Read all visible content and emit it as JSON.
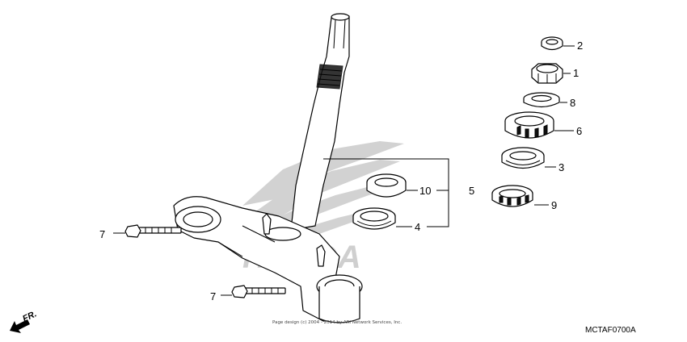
{
  "callouts": [
    {
      "id": "c2",
      "label": "2"
    },
    {
      "id": "c1",
      "label": "1"
    },
    {
      "id": "c8",
      "label": "8"
    },
    {
      "id": "c6",
      "label": "6"
    },
    {
      "id": "c3",
      "label": "3"
    },
    {
      "id": "c10",
      "label": "10"
    },
    {
      "id": "c5",
      "label": "5"
    },
    {
      "id": "c9",
      "label": "9"
    },
    {
      "id": "c4",
      "label": "4"
    },
    {
      "id": "c7a",
      "label": "7"
    },
    {
      "id": "c7b",
      "label": "7"
    }
  ],
  "watermark": {
    "brand": "HONDA",
    "color": "#bdbdbd"
  },
  "direction": {
    "label": "FR."
  },
  "copyright": "Page design (c) 2004 - 2014 by ARI Network Services, Inc.",
  "diagram_code": "MCTAF0700A"
}
